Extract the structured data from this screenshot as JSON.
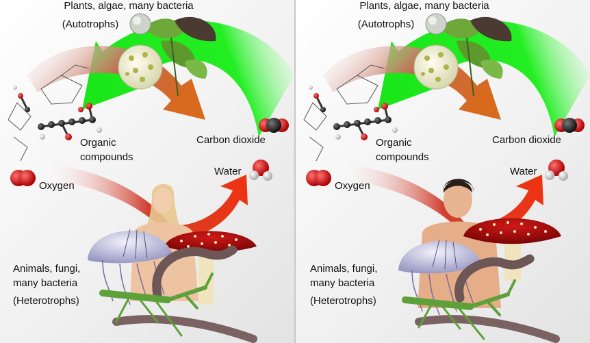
{
  "panels": [
    {
      "autotrophs_line1": "Plants, algae, many bacteria",
      "autotrophs_line2": "(Autotrophs)",
      "organic_line1": "Organic",
      "organic_line2": "compounds",
      "carbon_dioxide": "Carbon dioxide",
      "water": "Water",
      "oxygen": "Oxygen",
      "heterotrophs_line1": "Animals, fungi,",
      "heterotrophs_line2": "many bacteria",
      "heterotrophs_line3": "(Heterotrophs)"
    },
    {
      "autotrophs_line1": "Plants, algae, many bacteria",
      "autotrophs_line2": "(Autotrophs)",
      "organic_line1": "Organic",
      "organic_line2": "compounds",
      "carbon_dioxide": "Carbon dioxide",
      "water": "Water",
      "oxygen": "Oxygen",
      "heterotrophs_line1": "Animals, fungi,",
      "heterotrophs_line2": "many bacteria",
      "heterotrophs_line3": "(Heterotrophs)"
    }
  ],
  "colors": {
    "green_arrow": "#22ee22",
    "red_arrow": "#ee3311",
    "orange_arrow": "#d86a1e",
    "oxygen_molecule": "#cc1111",
    "carbon_atom": "#222222",
    "hydrogen_atom": "#f0f0f0"
  },
  "icons": [
    "oxygen-molecule-icon",
    "carbon-dioxide-molecule-icon",
    "water-molecule-icon",
    "organic-molecule-icon",
    "plant-leaves-icon",
    "algae-cell-icon",
    "bacterium-icon",
    "jellyfish-icon",
    "mushroom-icon",
    "mantis-icon",
    "worm-icon",
    "human-figure-icon"
  ]
}
